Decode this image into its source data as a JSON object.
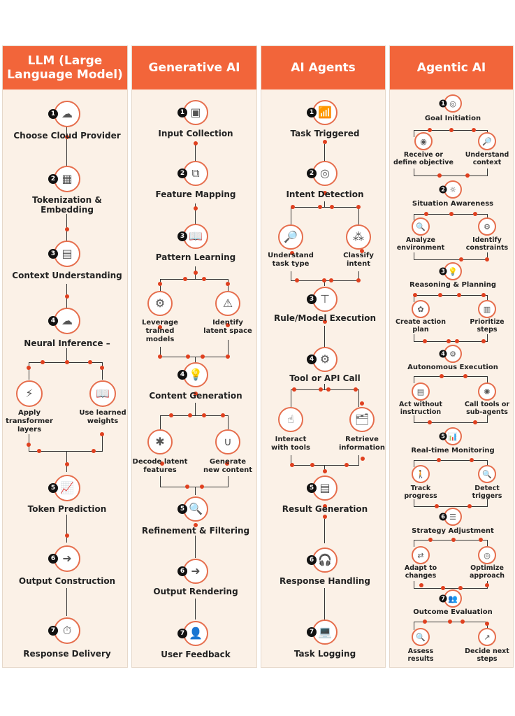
{
  "colors": {
    "header": "#f2653a",
    "panel": "#fbf1e7",
    "node_border": "#e66e4d",
    "connector_dot": "#e0401f",
    "line": "#333333"
  },
  "columns": [
    {
      "title": "LLM (Large Language Model)",
      "steps": [
        {
          "n": "1",
          "label": "Choose Cloud Provider",
          "icon": "cloud-database-icon"
        },
        {
          "n": "2",
          "label": "Tokenization & Embedding",
          "icon": "chip-code-icon"
        },
        {
          "n": "3",
          "label": "Context Understanding",
          "icon": "context-document-icon"
        },
        {
          "n": "4",
          "label": "Neural Inference –",
          "icon": "cloud-chip-icon",
          "branches": [
            {
              "label": "Apply transformer layers",
              "icon": "transformer-icon"
            },
            {
              "label": "Use learned weights",
              "icon": "book-pen-icon"
            }
          ]
        },
        {
          "n": "5",
          "label": "Token Prediction",
          "icon": "chart-prediction-icon"
        },
        {
          "n": "6",
          "label": "Output Construction",
          "icon": "output-arrow-icon"
        },
        {
          "n": "7",
          "label": "Response Delivery",
          "icon": "clock-delivery-icon"
        }
      ]
    },
    {
      "title": "Generative AI",
      "steps": [
        {
          "n": "1",
          "label": "Input Collection",
          "icon": "input-form-icon"
        },
        {
          "n": "2",
          "label": "Feature Mapping",
          "icon": "feature-map-icon"
        },
        {
          "n": "3",
          "label": "Pattern Learning",
          "icon": "book-learning-icon",
          "branches": [
            {
              "label": "Leverage trained models",
              "icon": "network-model-icon"
            },
            {
              "label": "Identify latent space",
              "icon": "warning-search-icon"
            }
          ]
        },
        {
          "n": "4",
          "label": "Content Generation",
          "icon": "lightbulb-icon",
          "branches": [
            {
              "label": "Decode latent features",
              "icon": "decode-icon"
            },
            {
              "label": "Generate new content",
              "icon": "magnet-icon"
            }
          ]
        },
        {
          "n": "5",
          "label": "Refinement & Filtering",
          "icon": "filter-search-icon"
        },
        {
          "n": "6",
          "label": "Output Rendering",
          "icon": "output-arrow-icon"
        },
        {
          "n": "7",
          "label": "User Feedback",
          "icon": "user-feedback-icon"
        }
      ]
    },
    {
      "title": "AI Agents",
      "steps": [
        {
          "n": "1",
          "label": "Task Triggered",
          "icon": "trigger-chart-icon"
        },
        {
          "n": "2",
          "label": "Intent Detection",
          "icon": "target-icon",
          "branches": [
            {
              "label": "Understand task type",
              "icon": "head-search-icon"
            },
            {
              "label": "Classify intent",
              "icon": "classify-icon"
            }
          ]
        },
        {
          "n": "3",
          "label": "Rule/Model Execution",
          "icon": "hierarchy-icon"
        },
        {
          "n": "4",
          "label": "Tool or API Call",
          "icon": "api-gear-icon",
          "branches": [
            {
              "label": "Interact with tools",
              "icon": "hand-tools-icon"
            },
            {
              "label": "Retrieve information",
              "icon": "retrieve-info-icon"
            }
          ]
        },
        {
          "n": "5",
          "label": "Result Generation",
          "icon": "result-document-icon"
        },
        {
          "n": "6",
          "label": "Response Handling",
          "icon": "support-agent-icon"
        },
        {
          "n": "7",
          "label": "Task Logging",
          "icon": "laptop-log-icon"
        }
      ]
    },
    {
      "title": "Agentic AI",
      "steps": [
        {
          "n": "1",
          "label": "Goal Initiation",
          "icon": "target-icon",
          "branches": [
            {
              "label": "Receive or define objective",
              "icon": "objective-icon"
            },
            {
              "label": "Understand context",
              "icon": "head-search-icon"
            }
          ]
        },
        {
          "n": "2",
          "label": "Situation Awareness",
          "icon": "awareness-icon",
          "branches": [
            {
              "label": "Analyze environment",
              "icon": "analyze-search-icon"
            },
            {
              "label": "Identify constraints",
              "icon": "gear-constraint-icon"
            }
          ]
        },
        {
          "n": "3",
          "label": "Reasoning & Planning",
          "icon": "head-bulb-icon",
          "branches": [
            {
              "label": "Create action plan",
              "icon": "plan-icon"
            },
            {
              "label": "Prioritize steps",
              "icon": "prioritize-icon"
            }
          ]
        },
        {
          "n": "4",
          "label": "Autonomous Execution",
          "icon": "gears-icon",
          "branches": [
            {
              "label": "Act without instruction",
              "icon": "document-list-icon"
            },
            {
              "label": "Call tools or sub-agents",
              "icon": "network-hub-icon"
            }
          ]
        },
        {
          "n": "5",
          "label": "Real-time Monitoring",
          "icon": "monitor-chart-icon",
          "branches": [
            {
              "label": "Track progress",
              "icon": "person-progress-icon"
            },
            {
              "label": "Detect triggers",
              "icon": "alert-search-icon"
            }
          ]
        },
        {
          "n": "6",
          "label": "Strategy Adjustment",
          "icon": "sliders-icon",
          "branches": [
            {
              "label": "Adapt to changes",
              "icon": "adapt-arrows-icon"
            },
            {
              "label": "Optimize approach",
              "icon": "optimize-icon"
            }
          ]
        },
        {
          "n": "7",
          "label": "Outcome Evaluation",
          "icon": "evaluation-icon",
          "branches": [
            {
              "label": "Assess results",
              "icon": "assess-icon"
            },
            {
              "label": "Decide next steps",
              "icon": "next-steps-icon"
            }
          ]
        }
      ]
    }
  ]
}
